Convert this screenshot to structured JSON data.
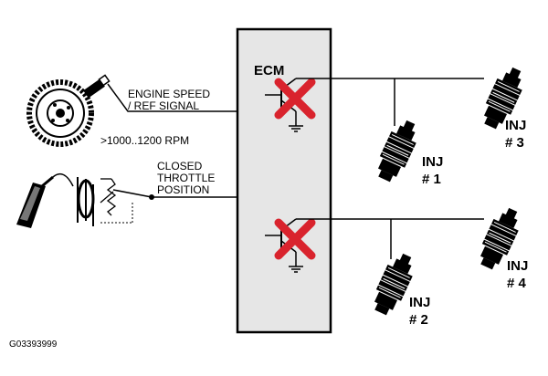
{
  "labels": {
    "ecm": "ECM",
    "engine_speed_line1": "ENGINE SPEED",
    "engine_speed_line2": "/ REF SIGNAL",
    "rpm_range": ">1000..1200 RPM",
    "throttle_line1": "CLOSED",
    "throttle_line2": "THROTTLE",
    "throttle_line3": "POSITION",
    "inj1_a": "INJ",
    "inj1_b": "# 1",
    "inj2_a": "INJ",
    "inj2_b": "# 2",
    "inj3_a": "INJ",
    "inj3_b": "# 3",
    "inj4_a": "INJ",
    "inj4_b": "# 4",
    "figure_code": "G03393999"
  },
  "colors": {
    "cross": "#d9232d",
    "ecm_fill": "#e6e6e6",
    "line": "#000000"
  },
  "icons": {
    "sensor": "crankshaft-sensor-icon",
    "throttle": "throttle-pedal-icon",
    "injector": "fuel-injector-icon",
    "driver_off": "red-cross-icon"
  }
}
